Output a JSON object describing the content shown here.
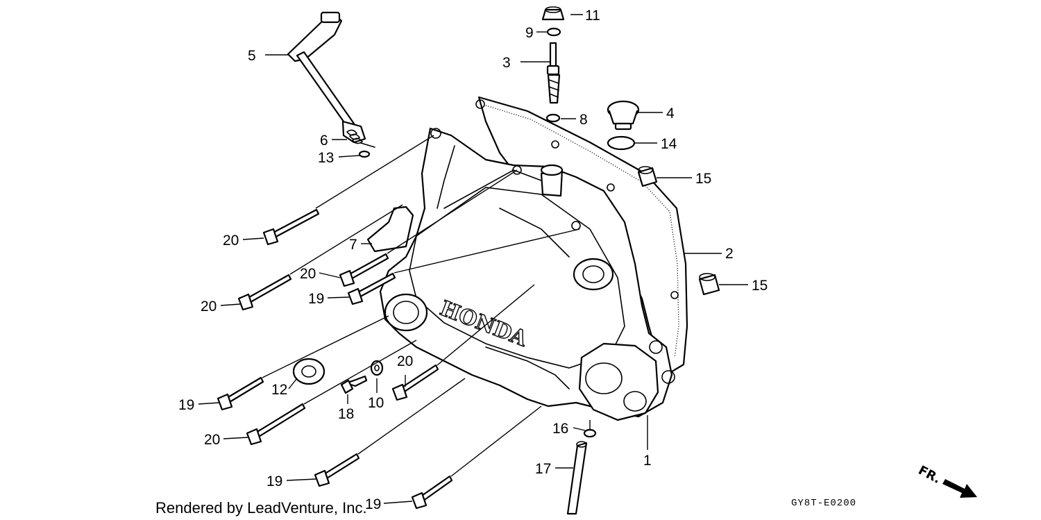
{
  "callouts": {
    "c1": "1",
    "c2": "2",
    "c3": "3",
    "c4": "4",
    "c5": "5",
    "c6": "6",
    "c7": "7",
    "c8": "8",
    "c9": "9",
    "c10": "10",
    "c11": "11",
    "c12": "12",
    "c13": "13",
    "c14": "14",
    "c15a": "15",
    "c15b": "15",
    "c16": "16",
    "c17": "17",
    "c18": "18",
    "c19a": "19",
    "c19b": "19",
    "c19c": "19",
    "c19d": "19",
    "c20a": "20",
    "c20b": "20",
    "c20c": "20",
    "c20d": "20",
    "c20e": "20"
  },
  "cover_brand": "HONDA",
  "footer": {
    "credit": "Rendered by LeadVenture, Inc.",
    "diagram_code": "GY8T-E0200"
  },
  "direction_indicator": "FR."
}
